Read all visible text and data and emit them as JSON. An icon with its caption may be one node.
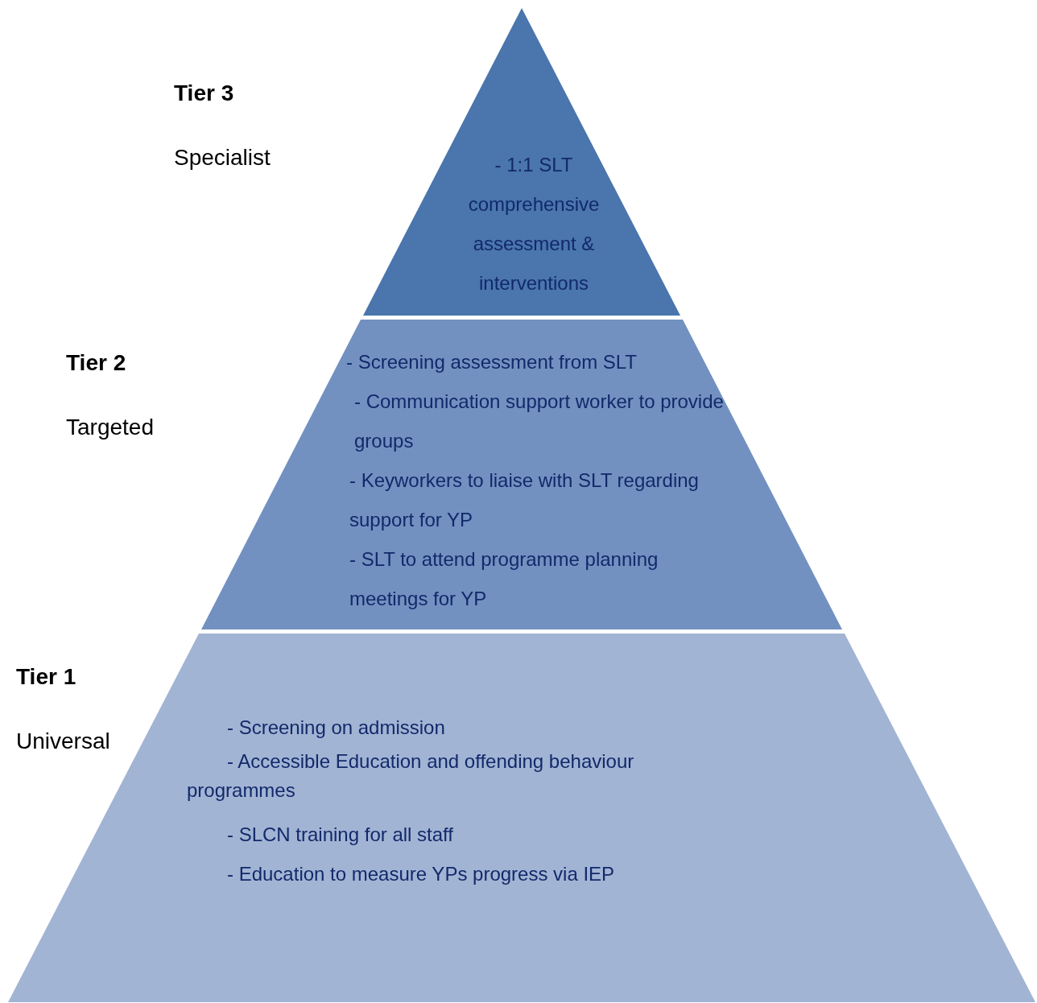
{
  "diagram": {
    "nodes": [
      {
        "text": [
          "- 1:1 SLT comprehensive assessment & interventions"
        ],
        "beside": [
          "Tier 3",
          "Specialist"
        ]
      },
      {
        "text": [
          "- Screening assessment from SLT",
          "- Communication support worker to provide groups",
          "- Keyworkers to liaise with SLT regarding support for YP",
          "- SLT to attend programme planning meetings for YP"
        ],
        "beside": [
          "Tier 2",
          "Targeted"
        ]
      },
      {
        "text": [
          "- Screening on admission",
          "- Accessible Education and offending behaviour programmes",
          "- SLCN training for all staff",
          "- Education to measure YPs progress via IEP"
        ],
        "beside": [
          "Tier 1",
          "Universal"
        ]
      }
    ],
    "edges": []
  }
}
